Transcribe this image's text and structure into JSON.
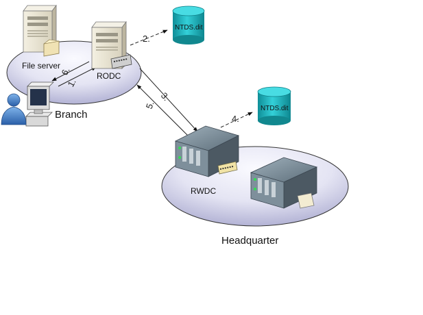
{
  "nodes": {
    "file_server": "File server",
    "rodc": "RODC",
    "branch": "Branch",
    "rwdc": "RWDC",
    "headquarter": "Headquarter",
    "db_branch": "NTDS.dit",
    "db_hq": "NTDS.dit"
  },
  "steps": {
    "s1": "1.",
    "s2": "2.",
    "s3": "3.",
    "s4": "4.",
    "s5": "5.",
    "s6": "6."
  },
  "colors": {
    "site_fill_light": "#f2f2fa",
    "site_fill_dark": "#b9b9d9",
    "db_fill": "#1fb9c2",
    "server_beige": "#e6e1cf",
    "server_gray": "#6d7f8c",
    "user_blue": "#3d77c1"
  }
}
